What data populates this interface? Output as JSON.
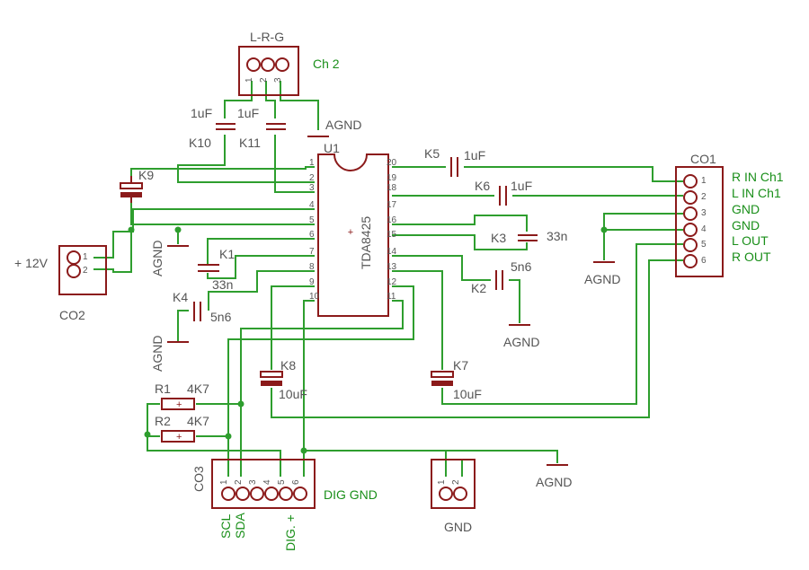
{
  "ic": {
    "ref": "U1",
    "part": "TDA8425",
    "pins_left": [
      "1",
      "2",
      "3",
      "4",
      "5",
      "6",
      "7",
      "8",
      "9",
      "10"
    ],
    "pins_right": [
      "20",
      "19",
      "18",
      "17",
      "16",
      "15",
      "14",
      "13",
      "12",
      "11"
    ]
  },
  "connectors": {
    "input2": {
      "label": "L-R-G",
      "net": "Ch 2",
      "pins": [
        "1",
        "2",
        "3"
      ]
    },
    "output": {
      "ref": "CO1",
      "pins": [
        "1",
        "2",
        "3",
        "4",
        "5",
        "6"
      ],
      "nets": [
        "R IN Ch1",
        "L IN Ch1",
        "GND",
        "GND",
        "L OUT",
        "R OUT"
      ]
    },
    "power": {
      "ref": "CO2",
      "net": "+ 12V",
      "pins": [
        "1",
        "2"
      ]
    },
    "digital": {
      "ref": "CO3",
      "pins": [
        "1",
        "2",
        "3",
        "4",
        "5",
        "6"
      ],
      "net_scl": "SCL",
      "net_sda": "SDA",
      "net_dig": "DIG. +",
      "net_dgnd": "DIG GND"
    },
    "gnd_conn": {
      "net": "GND",
      "pins": [
        "1",
        "2"
      ]
    }
  },
  "capacitors": {
    "k10": {
      "ref": "K10",
      "value": "1uF"
    },
    "k11": {
      "ref": "K11",
      "value": "1uF"
    },
    "k9": {
      "ref": "K9"
    },
    "k1": {
      "ref": "K1",
      "value": "33n"
    },
    "k4": {
      "ref": "K4",
      "value": "5n6"
    },
    "k5": {
      "ref": "K5",
      "value": "1uF"
    },
    "k6": {
      "ref": "K6",
      "value": "1uF"
    },
    "k3": {
      "ref": "K3",
      "value": "33n"
    },
    "k2": {
      "ref": "K2",
      "value": "5n6"
    },
    "k8": {
      "ref": "K8",
      "value": "10uF"
    },
    "k7": {
      "ref": "K7",
      "value": "10uF"
    }
  },
  "resistors": {
    "r1": {
      "ref": "R1",
      "value": "4K7"
    },
    "r2": {
      "ref": "R2",
      "value": "4K7"
    }
  },
  "grounds": {
    "agnd_top": "AGND",
    "agnd_mid": "AGND",
    "agnd_k4": "AGND",
    "agnd_right": "AGND",
    "agnd_k2": "AGND",
    "agnd_bottom": "AGND"
  },
  "colors": {
    "part": "#8b1a1a",
    "wire": "#2e9e2e",
    "text": "#555555",
    "net": "#1a8f1a"
  }
}
